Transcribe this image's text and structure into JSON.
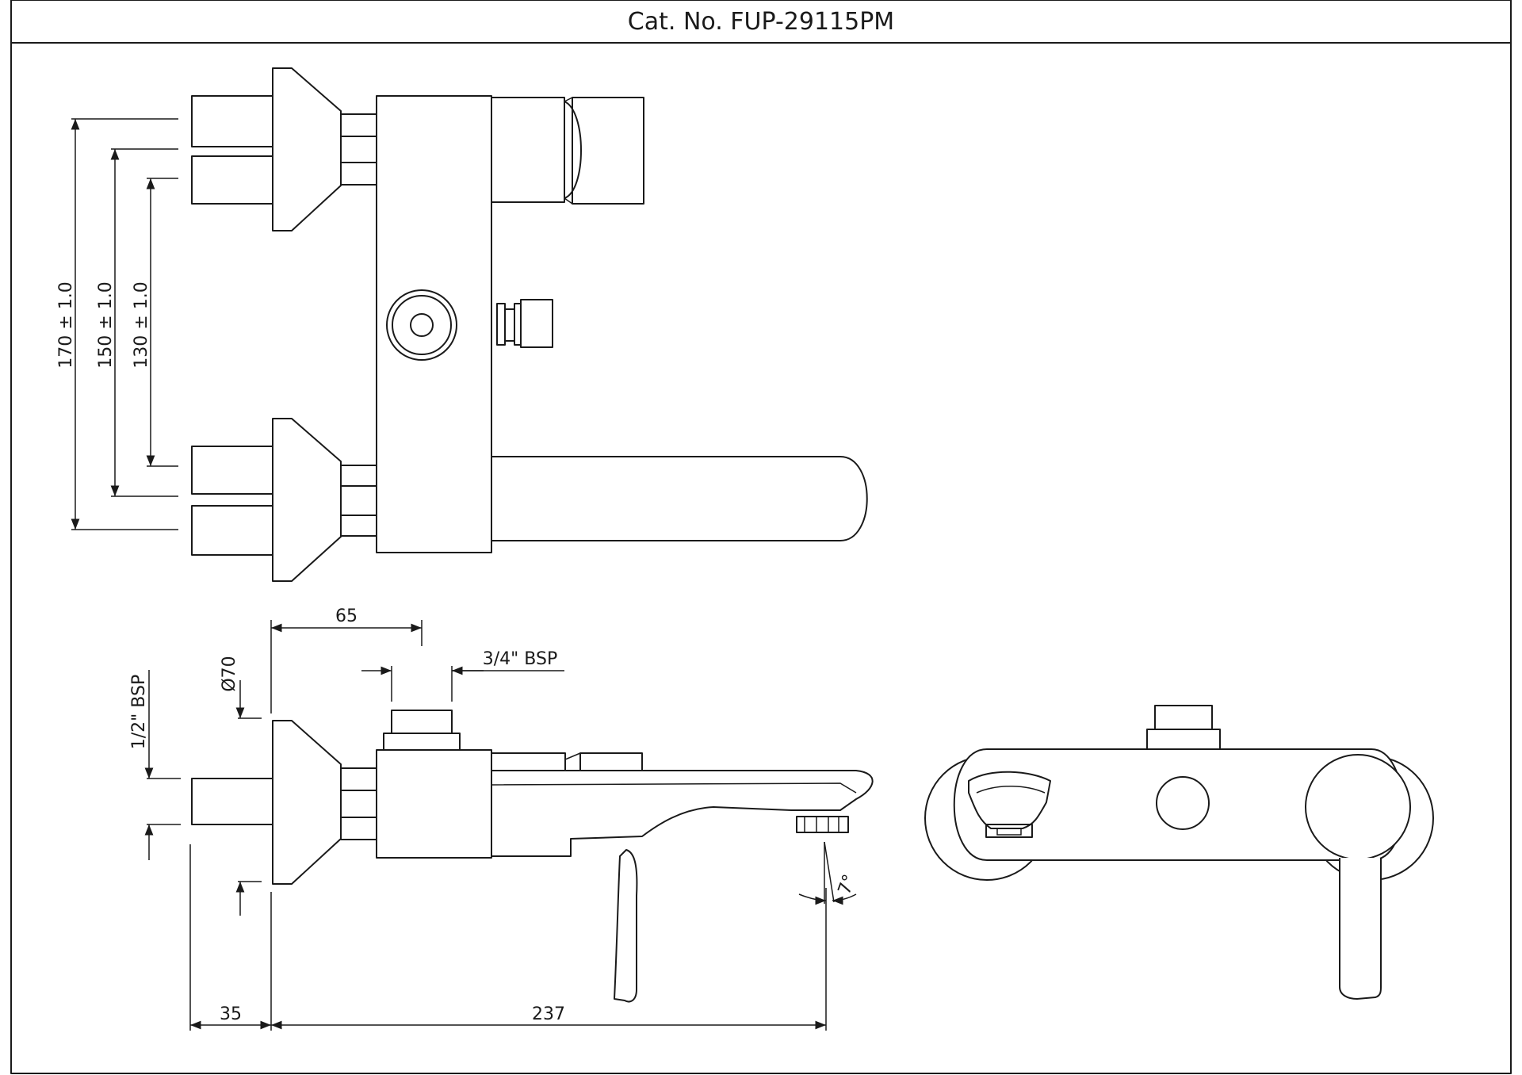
{
  "title": "Cat. No. FUP-29115PM",
  "dimensions": {
    "d170": "170 ± 1.0",
    "d150": "150 ± 1.0",
    "d130": "130 ± 1.0",
    "d65": "65",
    "bsp34": "3/4\" BSP",
    "dia70": "Ø70",
    "bsp12": "1/2\" BSP",
    "d35": "35",
    "d237": "237",
    "angle": "7°"
  }
}
